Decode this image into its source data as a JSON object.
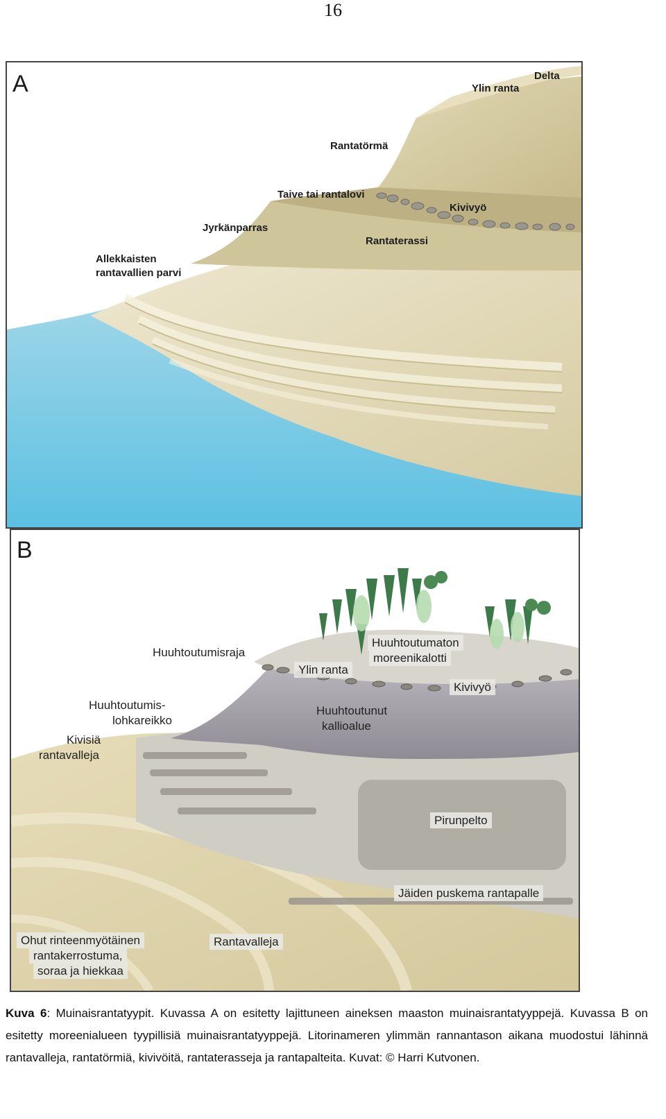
{
  "page": {
    "number": "16"
  },
  "figure": {
    "panel_a": {
      "letter": "A",
      "labels": {
        "delta": "Delta",
        "ylin_ranta": "Ylin ranta",
        "rantatorma": "Rantatörmä",
        "taive": "Taive tai rantalovi",
        "kivivyo": "Kivivyö",
        "jyrkanparras": "Jyrkänparras",
        "rantaterassi": "Rantaterassi",
        "allekkaisten_1": "Allekkaisten",
        "allekkaisten_2": "rantavallien parvi"
      }
    },
    "panel_b": {
      "letter": "B",
      "labels": {
        "huuhtoutumisraja": "Huuhtoutumisraja",
        "ylin_ranta": "Ylin ranta",
        "moreenikalotti_1": "Huuhtoutumaton",
        "moreenikalotti_2": "moreenikalotti",
        "kivivyo": "Kivivyö",
        "lohkareikko_1": "Huuhtoutumis-",
        "lohkareikko_2": "lohkareikko",
        "kallioalue_1": "Huuhtoutunut",
        "kallioalue_2": "kallioalue",
        "kivisia_1": "Kivisiä",
        "kivisia_2": "rantavalleja",
        "pirunpelto": "Pirunpelto",
        "rantapalle": "Jäiden puskema rantapalle",
        "ohut_1": "Ohut rinteenmyötäinen",
        "ohut_2": "rantakerrostuma,",
        "ohut_3": "soraa ja hiekkaa",
        "rantavalleja": "Rantavalleja"
      }
    }
  },
  "caption": {
    "lead": "Kuva 6",
    "body": ": Muinaisrantatyypit. Kuvassa A on esitetty lajittuneen aineksen maaston muinaisrantatyyppejä. Kuvassa B on esitetty moreenialueen tyypillisiä muinaisrantatyyppejä. Litorinameren ylimmän rannantason aikana muodostui lähinnä rantavalleja, rantatörmiä, kivivöitä, rantaterasseja ja rantapalteita. Kuvat: © Harri Kutvonen."
  }
}
